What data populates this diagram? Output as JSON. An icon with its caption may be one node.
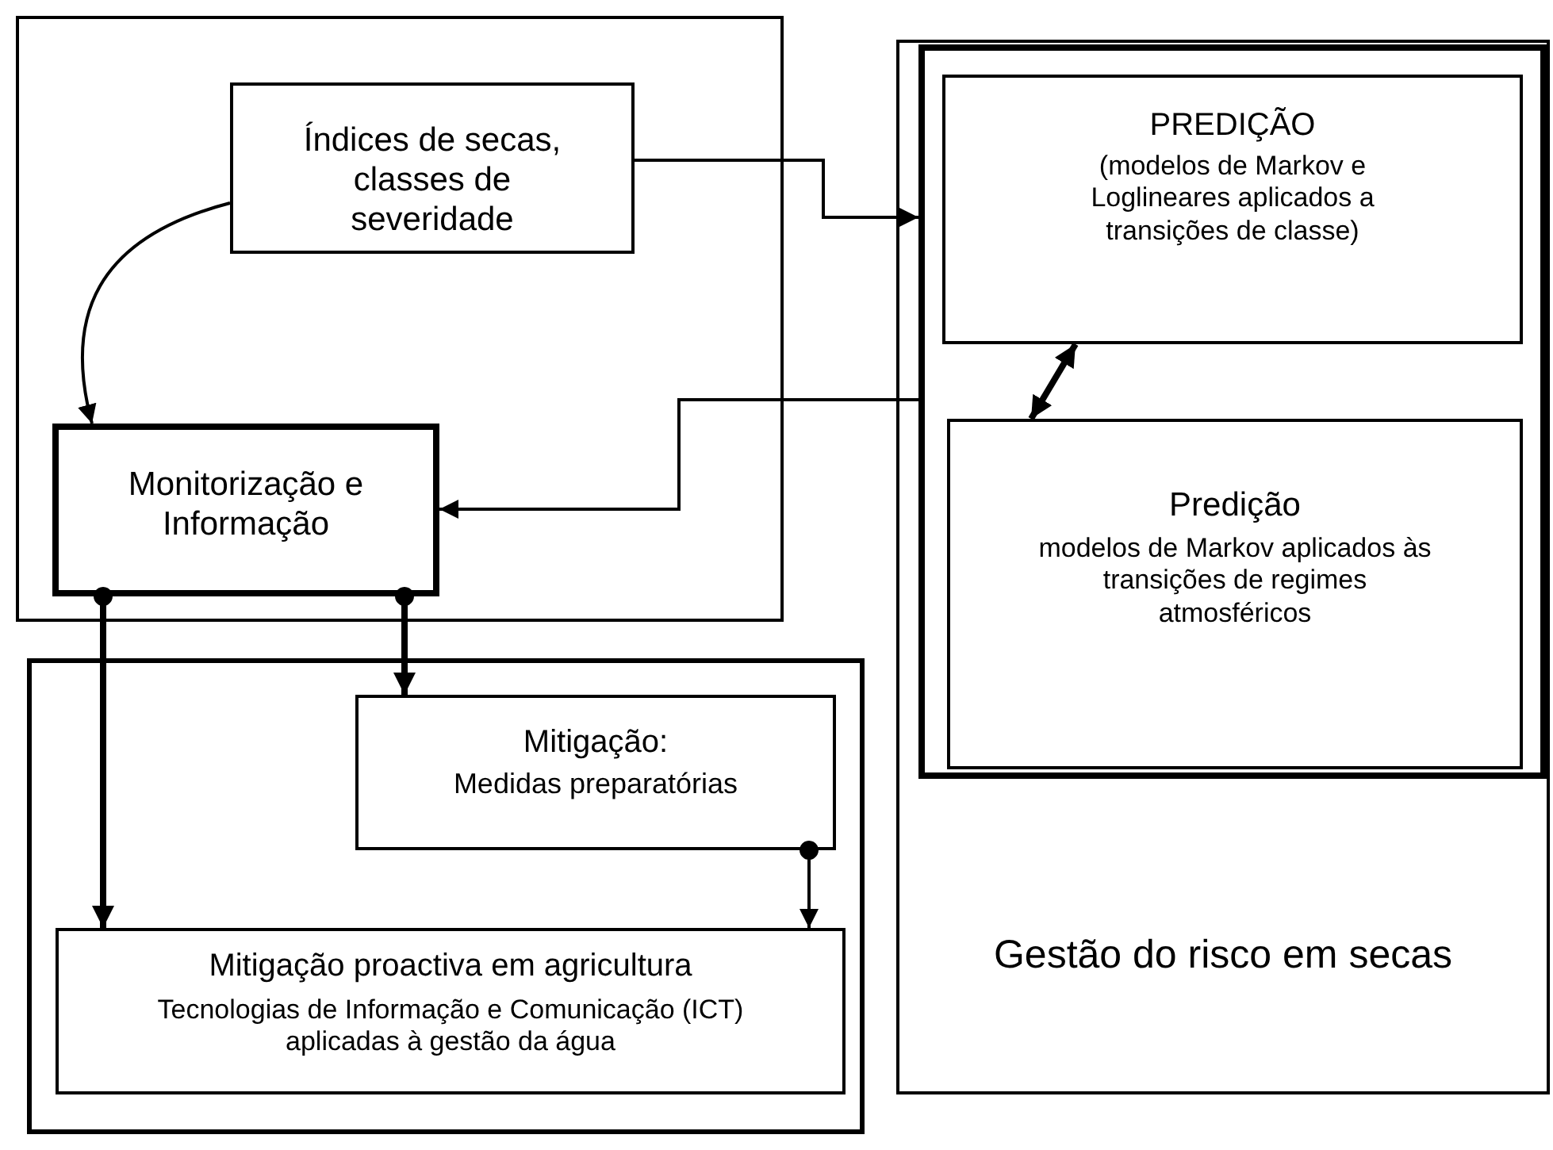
{
  "diagram": {
    "nodes": [
      {
        "text": [],
        "shape": "box"
      },
      {
        "text": [
          "Índices de secas, classes de severidade"
        ],
        "in": 0
      },
      {
        "text": [
          "Monitorização e Informação"
        ],
        "in": 0
      },
      {
        "text": [
          "Gestão do risco em secas"
        ]
      },
      {
        "text": [],
        "shape": "box",
        "in": 3
      },
      {
        "text": [
          "PREDIÇÃO",
          "(modelos de Markov e Loglineares aplicados a transições de classe)"
        ],
        "in": 4
      },
      {
        "text": [
          "Predição",
          "modelos de Markov aplicados às transições de regimes atmosféricos"
        ],
        "in": 4
      },
      {
        "text": [],
        "shape": "box"
      },
      {
        "text": [
          "Mitigação:",
          "Medidas preparatórias"
        ],
        "in": 7
      },
      {
        "text": [
          "Mitigação proactiva em agricultura",
          "Tecnologias de Informação e Comunicação (ICT) aplicadas à gestão da água"
        ],
        "in": 7
      }
    ],
    "edges": [
      {
        "from": 1,
        "to": 4,
        "arrow": "to"
      },
      {
        "from": 1,
        "to": 2,
        "arrow": "to"
      },
      {
        "from": 5,
        "to": 6,
        "arrow": "both",
        "style": "thick"
      },
      {
        "from": 4,
        "to": 2,
        "arrow": "to"
      },
      {
        "from": 2,
        "to": 9,
        "arrow": "to",
        "style": "thick"
      },
      {
        "from": 2,
        "to": 8,
        "arrow": "to",
        "style": "thick"
      },
      {
        "from": 8,
        "to": 9,
        "arrow": "to"
      }
    ]
  }
}
